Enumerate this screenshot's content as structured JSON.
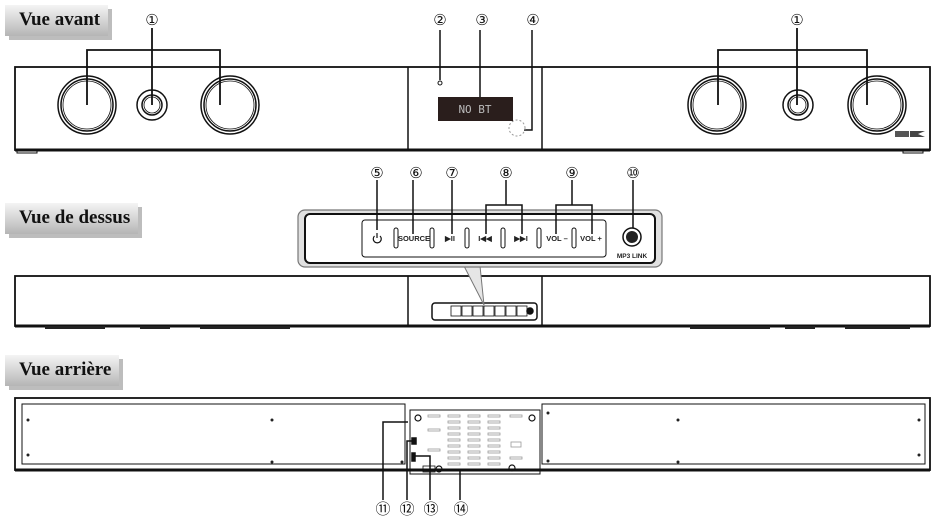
{
  "sections": {
    "front": "Vue avant",
    "top": "Vue de dessus",
    "rear": "Vue arrière"
  },
  "callouts": [
    "①",
    "②",
    "③",
    "④",
    "⑤",
    "⑥",
    "⑦",
    "⑧",
    "⑨",
    "⑩",
    "⑪",
    "⑫",
    "⑬",
    "⑭"
  ],
  "display_text": "NO BT",
  "panel": {
    "source": "SOURCE",
    "play_pause": "▶II",
    "prev": "I◀◀",
    "next": "▶▶I",
    "vol_down": "VOL –",
    "vol_up": "VOL +",
    "mp3_link": "MP3 LINK"
  },
  "logo": "ALTEC",
  "icons": [
    "power-icon",
    "play-pause-icon",
    "previous-icon",
    "next-icon",
    "nfc-icon",
    "audio-jack-icon"
  ],
  "colors": {
    "display_bg": "#2a1e1c",
    "line": "#111111"
  }
}
